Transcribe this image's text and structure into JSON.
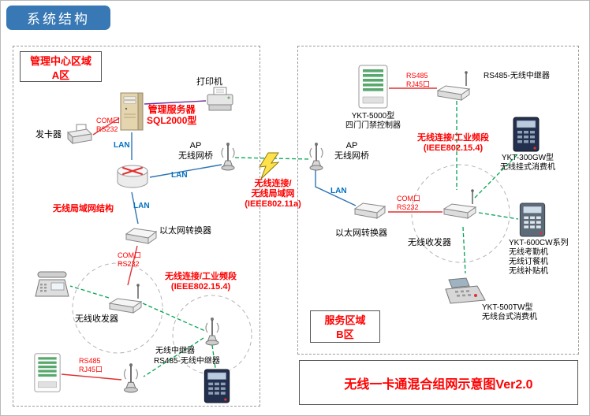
{
  "banner": {
    "title": "系统结构"
  },
  "zone_a": {
    "name_line1": "管理中心区域",
    "name_line2": "A区"
  },
  "zone_b": {
    "name_line1": "服务区域",
    "name_line2": "B区"
  },
  "caption": {
    "text": "无线一卡通混合组网示意图Ver2.0"
  },
  "labels": {
    "card_issuer": "发卡器",
    "printer": "打印机",
    "server_line1": "管理服务器",
    "server_line2": "SQL2000型",
    "com_port": "COM口",
    "rs232": "RS232",
    "lan": "LAN",
    "wlan_structure": "无线局域网结构",
    "ap": "AP",
    "wireless_bridge": "无线网桥",
    "eth_converter": "以太网转换器",
    "industrial_line1": "无线连接/工业频段",
    "industrial_line2": "(IEEE802.15.4)",
    "transceiver": "无线收发器",
    "repeater": "无线中继器",
    "rs485_repeater": "RS485-无线中继器",
    "rs485": "RS485",
    "rj45_port": "RJ45口",
    "wifi_line1": "无线连接/",
    "wifi_line2": "无线局域网",
    "wifi_line3": "(IEEE802.11a)",
    "controller_line1": "YKT-5000型",
    "controller_line2": "四门门禁控制器",
    "pos300_line1": "YKT-300GW型",
    "pos300_line2": "无线挂式消费机",
    "pos600_line1": "YKT-600CW系列",
    "pos600_line2": "无线考勤机",
    "pos600_line3": "无线订餐机",
    "pos600_line4": "无线补贴机",
    "pos500_line1": "YKT-500TW型",
    "pos500_line2": "无线台式消费机"
  },
  "colors": {
    "banner_bg": "#3878b4",
    "label_red": "#ff0000",
    "lan_blue": "#2e74b5",
    "wireless_green": "#00a550",
    "serial_red": "#e03030",
    "printer_link_purple": "#7030a0"
  }
}
